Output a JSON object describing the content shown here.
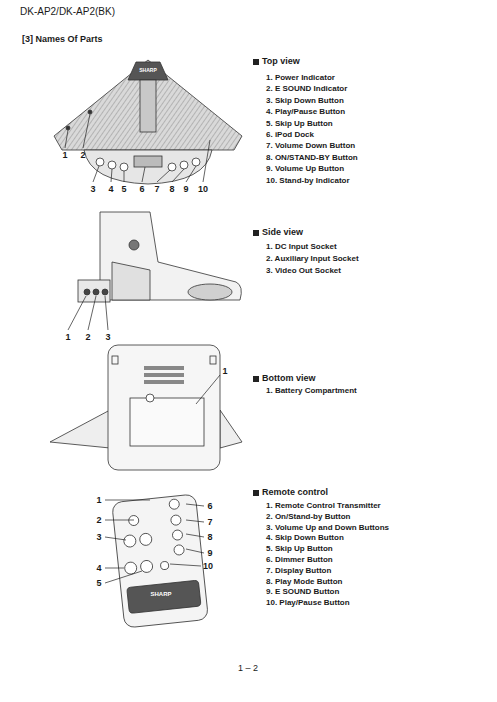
{
  "diagram": {
    "title": "[3] Names Of Parts",
    "labels": [
      "DK-AP2/DK-AP2(BK)",
      "Top view",
      "1. Power Indicator",
      "2. E SOUND Indicator",
      "3. Skip Down Button",
      "4. Play/Pause Button",
      "5. Skip Up Button",
      "6. iPod Dock",
      "7. Volume Down Button",
      "8. ON/STAND-BY Button",
      "9. Volume Up Button",
      "10. Stand-by Indicator",
      "1",
      "2",
      "3",
      "4",
      "5",
      "6",
      "7",
      "8",
      "9",
      "10",
      "SHARP",
      "Side view",
      "1. DC Input Socket",
      "2. Auxiliary Input Socket",
      "3. Video Out Socket",
      "1",
      "2",
      "3",
      "Bottom view",
      "1. Battery Compartment",
      "1",
      "Remote control",
      "1. Remote Control Transmitter",
      "2. On/Stand-by Button",
      "3. Volume Up and Down Buttons",
      "4. Skip Down Button",
      "5. Skip Up Button",
      "6. Dimmer Button",
      "7. Display Button",
      "8. Play Mode Button",
      "9. E SOUND Button",
      "10. Play/Pause Button",
      "1",
      "2",
      "3",
      "4",
      "5",
      "6",
      "7",
      "8",
      "9",
      "10",
      "SHARP",
      "1 – 2"
    ]
  }
}
